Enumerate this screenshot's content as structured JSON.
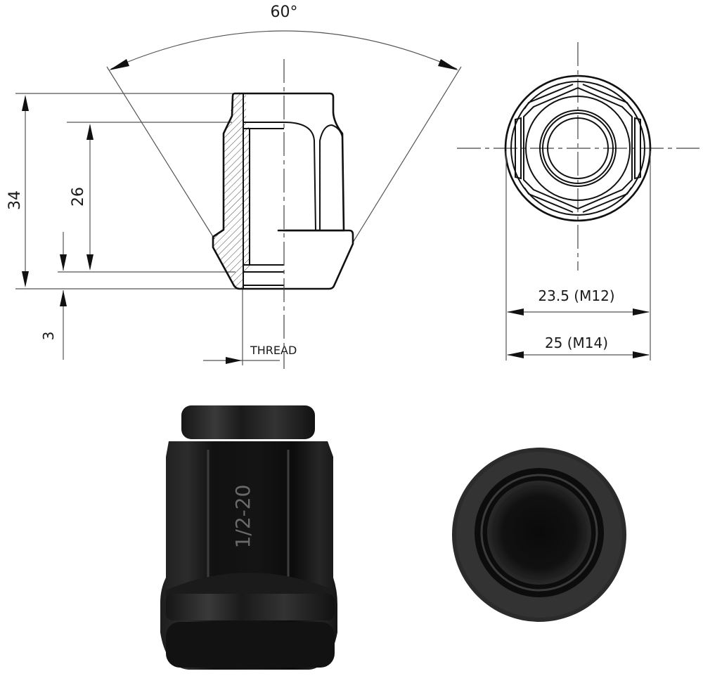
{
  "drawing": {
    "angle_label": "60°",
    "height_total": "34",
    "height_thread": "26",
    "offset_bottom": "3",
    "thread_label": "THREAD",
    "width_m12": "23.5 (M12)",
    "width_m14": "25 (M14)"
  },
  "photos": {
    "side_marking": "1/2-20",
    "side_view": "lug-nut-side-photo",
    "bottom_view": "lug-nut-bottom-photo"
  },
  "colors": {
    "line": "#111111",
    "nut_black": "#141414",
    "background": "#ffffff"
  }
}
